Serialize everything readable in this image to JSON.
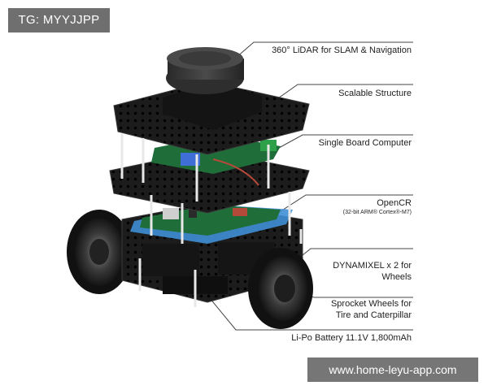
{
  "corner_tag": "TG: MYYJJPP",
  "watermark": "www.home-leyu-app.com",
  "callouts": {
    "lidar": "360° LiDAR for SLAM & Navigation",
    "structure": "Scalable Structure",
    "sbc": "Single Board Computer",
    "opencr_title": "OpenCR",
    "opencr_sub": "(32-bit ARM® Cortex®-M7)",
    "dynamixel_1": "DYNAMIXEL x 2  for",
    "dynamixel_2": "Wheels",
    "sprocket_1": "Sprocket Wheels for",
    "sprocket_2": "Tire and Caterpillar",
    "battery": "Li-Po Battery 11.1V 1,800mAh"
  },
  "colors": {
    "frame": "#1c1c1c",
    "frame_edge": "#3a3a3a",
    "callout_line": "#444444",
    "board_green": "#1f6e3a",
    "board_blue": "#3f8fd6",
    "tag_bg": "#6f6f6f",
    "watermark_bg": "#767676"
  }
}
